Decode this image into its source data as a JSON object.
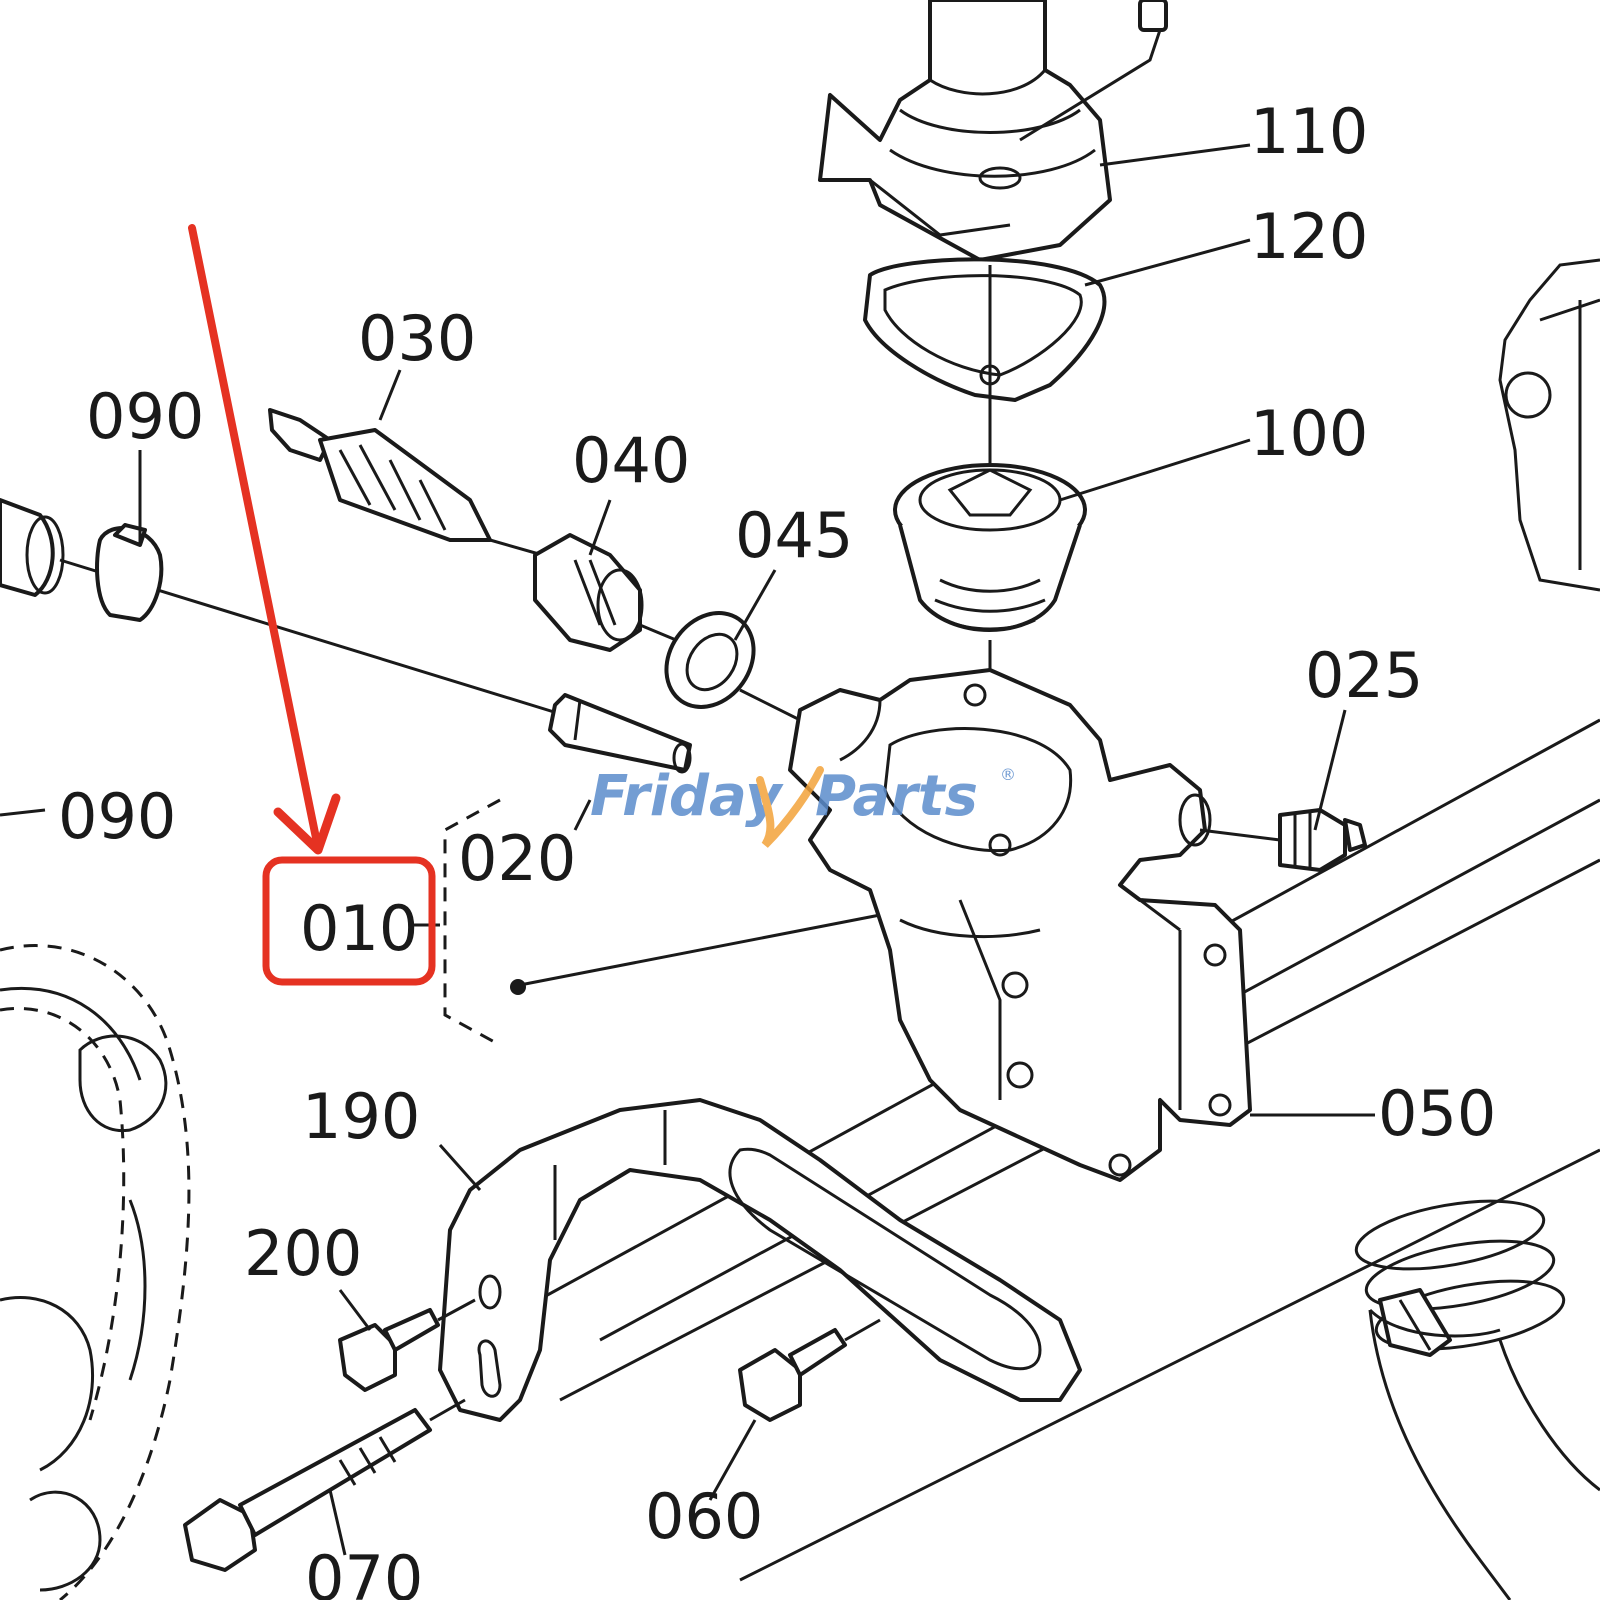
{
  "diagram": {
    "part_labels": {
      "p110": "110",
      "p120": "120",
      "p030": "030",
      "p090a": "090",
      "p040": "040",
      "p100": "100",
      "p045": "045",
      "p025": "025",
      "p090b": "090",
      "p020": "020",
      "p010": "010",
      "p190": "190",
      "p050": "050",
      "p200": "200",
      "p060": "060",
      "p070": "070"
    },
    "highlighted_part": "010",
    "watermark": {
      "word1": "Friday",
      "word2": "Parts",
      "mark": "®"
    },
    "colors": {
      "highlight": "#e53222",
      "arrow": "#e53222",
      "watermark_blue": "#5b8ccc",
      "watermark_orange": "#f3a33a",
      "line": "#1a1a1a"
    }
  }
}
